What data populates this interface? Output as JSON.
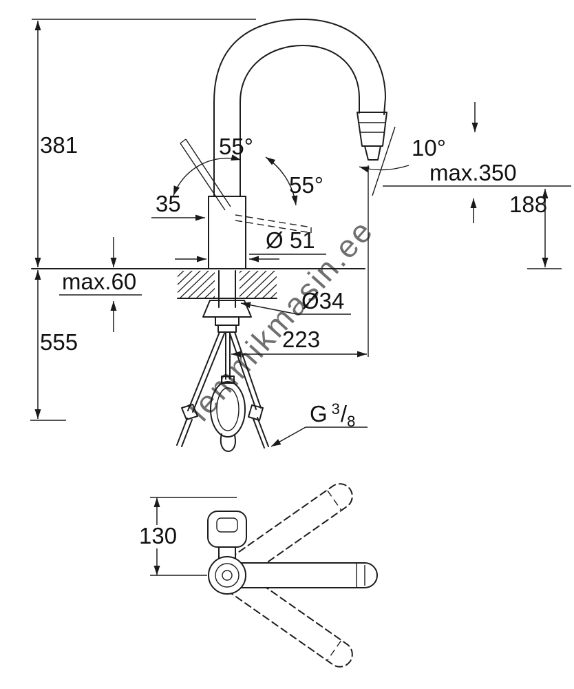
{
  "watermark": "lemmikmasin.ee",
  "front_view": {
    "total_height": "381",
    "hose_length": "555",
    "deck_thickness_max": "max.60",
    "handle_width": "35",
    "handle_swivel_left": "55°",
    "handle_swivel_right": "55°",
    "body_diameter": "Ø 51",
    "shank_diameter": "Ø34",
    "spout_reach": "223",
    "spray_angle": "10°",
    "hose_pullout_max": "max.350",
    "outlet_clearance": "188",
    "thread": {
      "g": "G",
      "sup": "3",
      "slash": "/",
      "sub": "8"
    }
  },
  "plan_view": {
    "handle_offset": "130"
  }
}
